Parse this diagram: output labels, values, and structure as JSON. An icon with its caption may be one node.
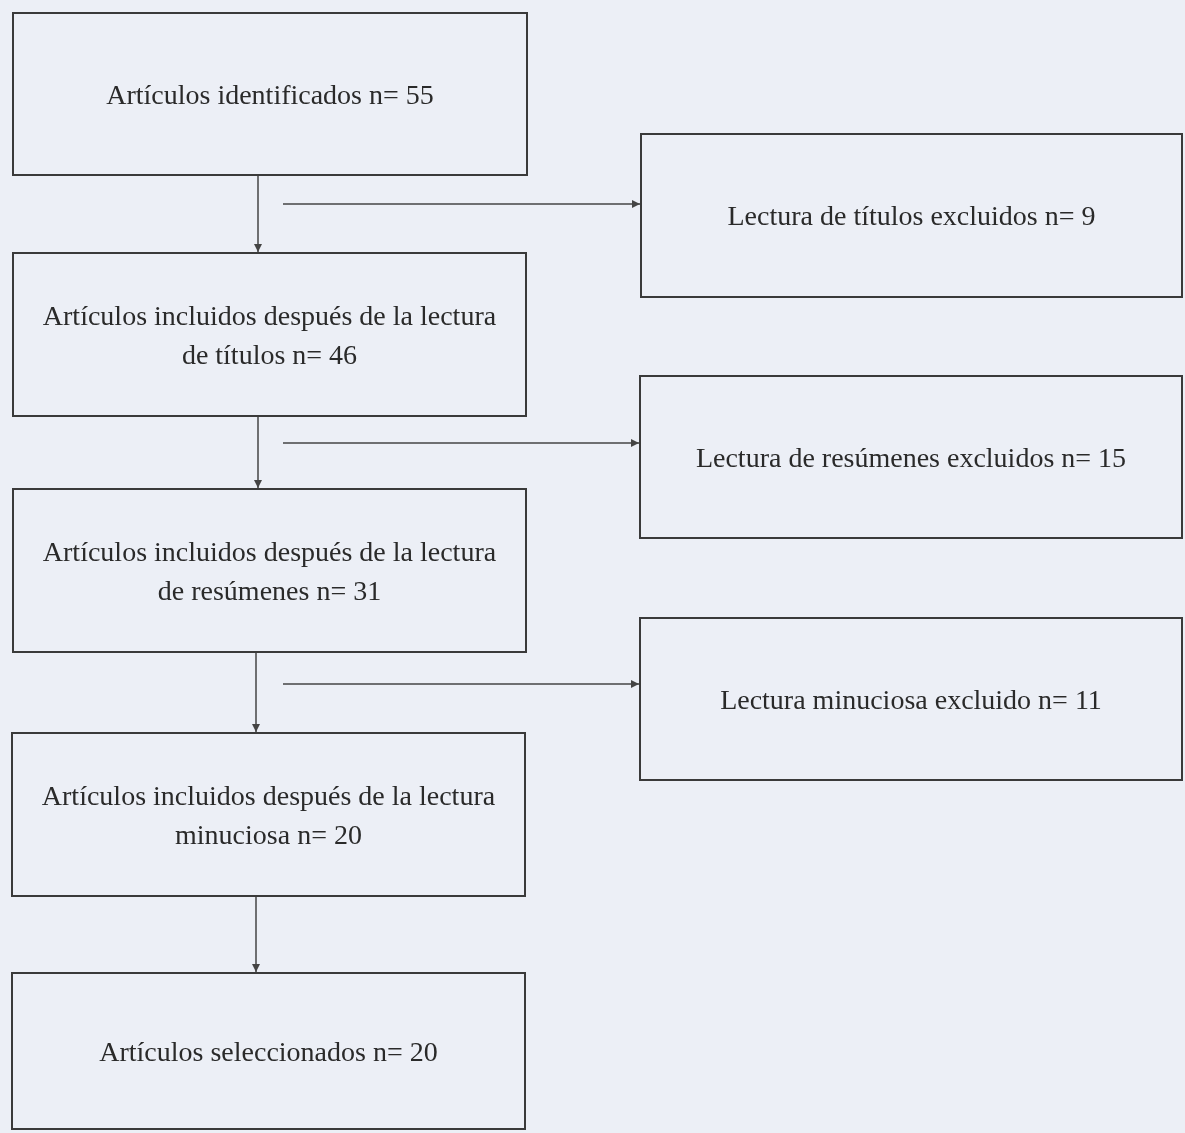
{
  "diagram": {
    "nodes": [
      {
        "text": [
          "Artículos identificados n= 55"
        ]
      },
      {
        "text": [
          "Lectura de títulos excluidos n= 9"
        ]
      },
      {
        "text": [
          "Artículos incluidos después de la lectura de títulos n= 46"
        ]
      },
      {
        "text": [
          "Lectura de resúmenes excluidos n= 15"
        ]
      },
      {
        "text": [
          "Artículos incluidos después de la lectura de resúmenes n= 31"
        ]
      },
      {
        "text": [
          "Lectura minuciosa excluido n= 11"
        ]
      },
      {
        "text": [
          "Artículos incluidos después de la lectura minuciosa n= 20"
        ]
      },
      {
        "text": [
          "Artículos seleccionados n= 20"
        ]
      }
    ],
    "edges": [
      {
        "from": 0,
        "to": 2,
        "arrow": "to"
      },
      {
        "from": null,
        "to": 1,
        "arrow": "to"
      },
      {
        "from": 2,
        "to": 4,
        "arrow": "to"
      },
      {
        "from": null,
        "to": 3,
        "arrow": "to"
      },
      {
        "from": 4,
        "to": 6,
        "arrow": "to"
      },
      {
        "from": null,
        "to": 5,
        "arrow": "to"
      },
      {
        "from": 6,
        "to": 7,
        "arrow": "to"
      }
    ]
  }
}
